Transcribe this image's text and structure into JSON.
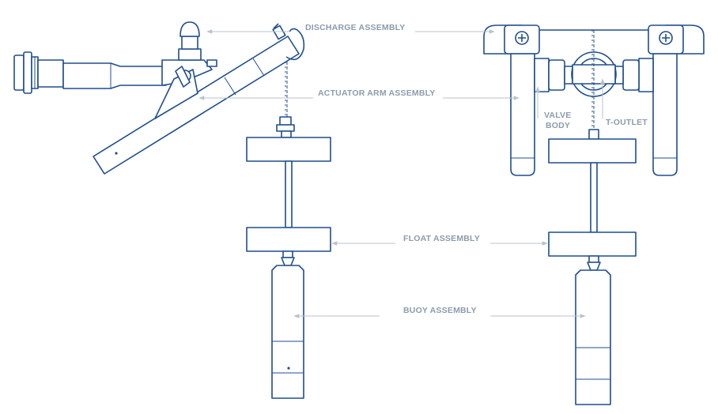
{
  "labels": {
    "discharge_assembly": "DISCHARGE ASSEMBLY",
    "actuator_arm_assembly": "ACTUATOR ARM ASSEMBLY",
    "valve": "VALVE",
    "body": "BODY",
    "t_outlet": "T-OUTLET",
    "float_assembly": "FLOAT ASSEMBLY",
    "buoy_assembly": "BUOY ASSEMBLY"
  },
  "colors": {
    "line": "#1f4e8c",
    "label": "#8c9bab",
    "arrow": "#b9c3cd"
  }
}
